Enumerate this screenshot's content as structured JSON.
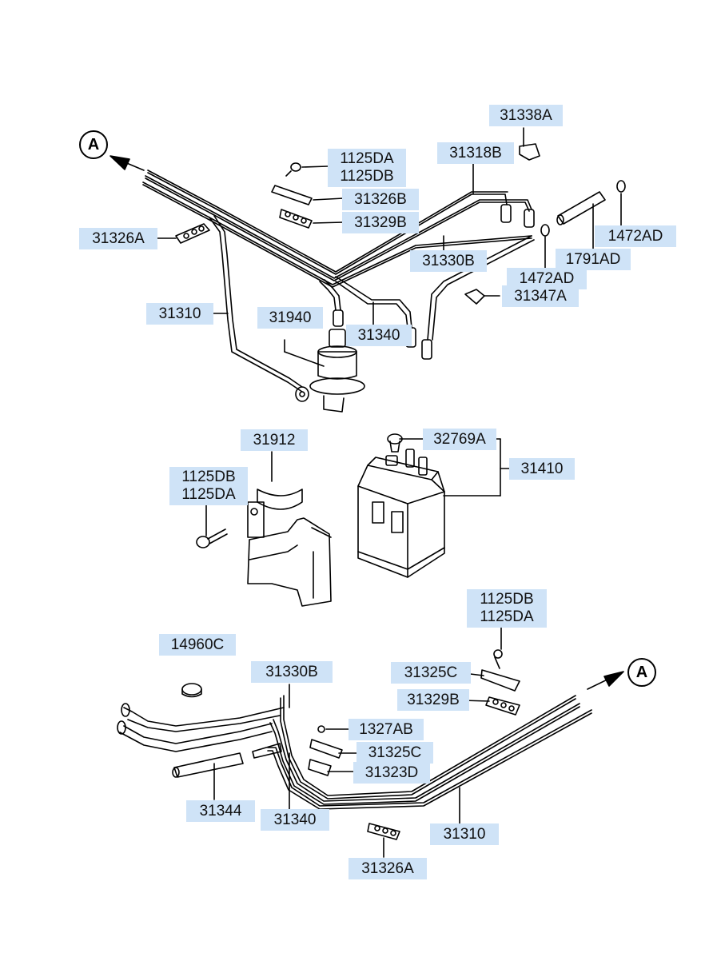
{
  "ref_marker": "A",
  "labels": {
    "l31338A": "31338A",
    "l1125DA_top": "1125DA",
    "l1125DB_top": "1125DB",
    "l31318B": "31318B",
    "l31326B": "31326B",
    "l31329B_top": "31329B",
    "l1472AD_right": "1472AD",
    "l31326A_top": "31326A",
    "l1791AD": "1791AD",
    "l31330B_top": "31330B",
    "l1472AD_mid": "1472AD",
    "l31347A": "31347A",
    "l31310_top": "31310",
    "l31940": "31940",
    "l31340_top": "31340",
    "l31912": "31912",
    "l32769A": "32769A",
    "l31410": "31410",
    "l1125DB_mid": "1125DB",
    "l1125DA_mid": "1125DA",
    "l1125DB_low": "1125DB",
    "l1125DA_low": "1125DA",
    "l14960C": "14960C",
    "l31330B_low": "31330B",
    "l31325C_right": "31325C",
    "l31329B_low": "31329B",
    "l1327AB": "1327AB",
    "l31325C_mid": "31325C",
    "l31323D": "31323D",
    "l31344": "31344",
    "l31340_low": "31340",
    "l31310_low": "31310",
    "l31326A_low": "31326A"
  },
  "colors": {
    "label_bg": "#cfe3f7",
    "line": "#000000"
  }
}
